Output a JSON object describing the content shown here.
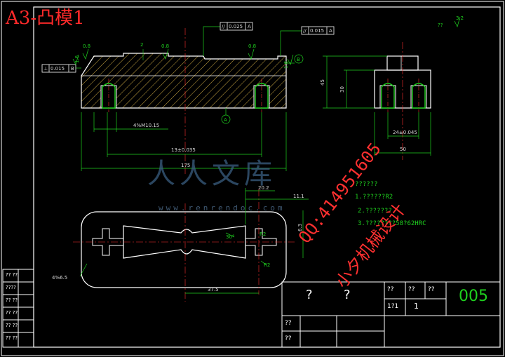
{
  "title": "A3-凸模1",
  "watermark": {
    "logo_text": "人人文库",
    "url": "www.renrendoc.com",
    "qq": "QQ:414951605",
    "designer": "小夕机械设计"
  },
  "tolerances": {
    "parallel_1": "0.025",
    "datum_1": "A",
    "parallel_2": "0.015",
    "datum_2": "A",
    "perp_left": "0.015",
    "perp_left_datum": "B",
    "datum_b": "B",
    "datum_a": "A"
  },
  "roughness": {
    "r1": "0.8",
    "r2": "0.8",
    "r3": "0.8",
    "r4": "1.6",
    "r5": "1.6",
    "corner": "3.2",
    "corner_symbol_label": "??"
  },
  "dimensions": {
    "hole_spacing": "4%M10.15",
    "overall_center": "13±0.035",
    "overall_length": "175",
    "height_45": "45",
    "height_30": "30",
    "side_pitch": "24±0.045",
    "side_width": "50",
    "r_top": "2",
    "bottom_37_5": "37.5",
    "slot_4": "4%6.5",
    "angle_30": "30°",
    "radius_r2_a": "R2",
    "radius_r2_b": "R2",
    "dim_ra": "20.2",
    "dim_rb": "11.1",
    "dim_rc": "6.3"
  },
  "notes": [
    "??????",
    "1.??????R2",
    "2.???????",
    "3.????????58?62HRC"
  ],
  "title_block": {
    "cell_a": "?",
    "cell_b": "?",
    "label_1": "??",
    "label_2": "??",
    "label_3": "??",
    "value_scale": "1?1",
    "value_qty": "1",
    "label_bottom_1": "??",
    "label_bottom_2": "??",
    "drawing_number": "005"
  },
  "revision_block": {
    "row_1": "?? ??",
    "row_2": "????",
    "row_3": "?? ??",
    "row_4": "?? ??",
    "row_5": "?? ??",
    "row_6": "?? ??"
  }
}
